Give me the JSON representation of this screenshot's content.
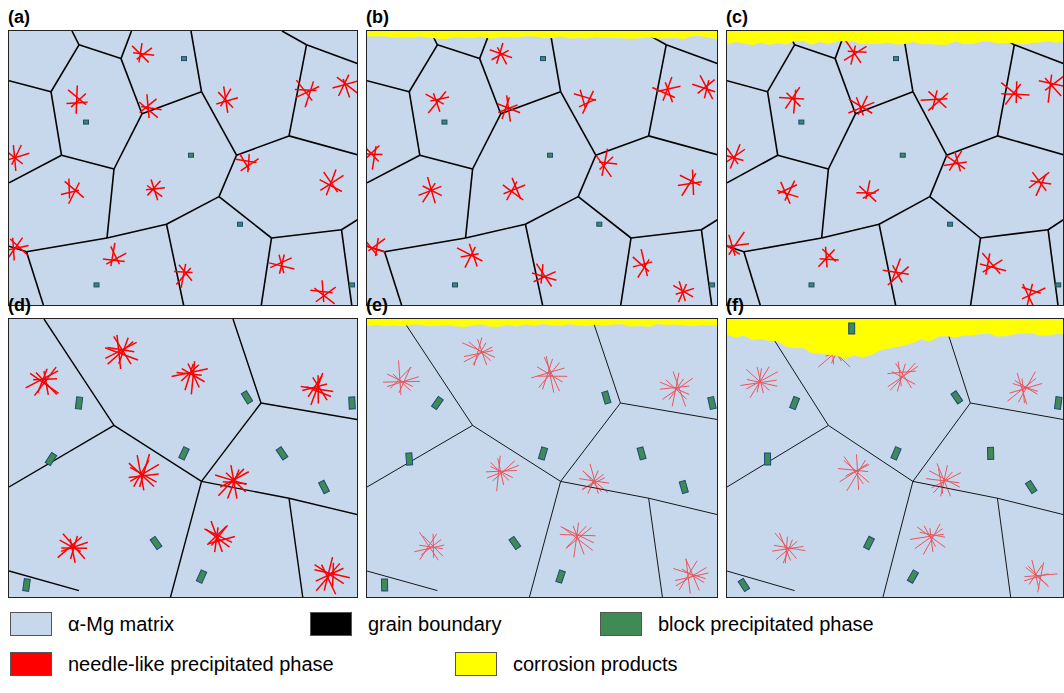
{
  "diagram": {
    "nodes": [
      {
        "text": [
          "(a)"
        ]
      },
      {
        "text": [
          "(b)"
        ]
      },
      {
        "text": [
          "(c)"
        ]
      },
      {
        "text": [
          "(d)"
        ]
      },
      {
        "text": [
          "(e)"
        ]
      },
      {
        "text": [
          "(f)"
        ]
      }
    ],
    "legend": [
      {
        "text": "α-Mg matrix",
        "color": "#c8d8ec"
      },
      {
        "text": "grain boundary",
        "color": "#000000"
      },
      {
        "text": "block precipitated phase",
        "color": "#3f8a55"
      },
      {
        "text": "needle-like precipitated phase",
        "color": "#ff0000"
      },
      {
        "text": "corrosion products",
        "color": "#ffff00"
      }
    ]
  }
}
